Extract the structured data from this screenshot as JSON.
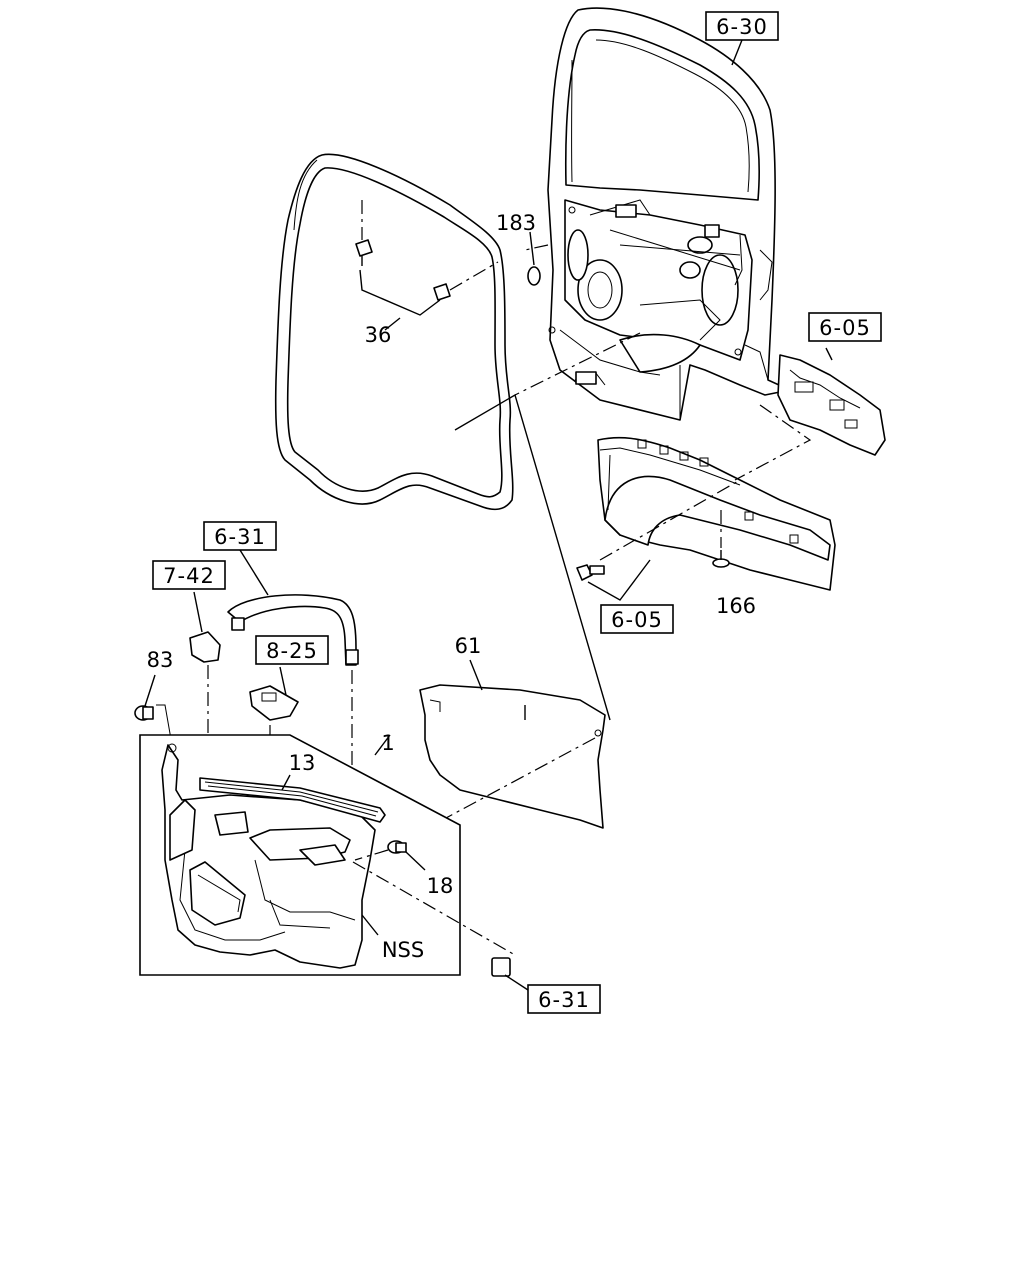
{
  "ref_boxes": {
    "door_panel_top": "6-30",
    "door_trim_right": "6-05",
    "door_trim_lower": "6-05",
    "assist_grip": "6-31",
    "switch_lower": "6-31",
    "bracket": "7-42",
    "window_switch": "8-25"
  },
  "callouts": {
    "fastener_36": "36",
    "clip_183": "183",
    "screw_166": "166",
    "sheet_61": "61",
    "bolt_83": "83",
    "trim_1": "1",
    "strip_13": "13",
    "screw_18": "18",
    "nss_note": "NSS"
  }
}
